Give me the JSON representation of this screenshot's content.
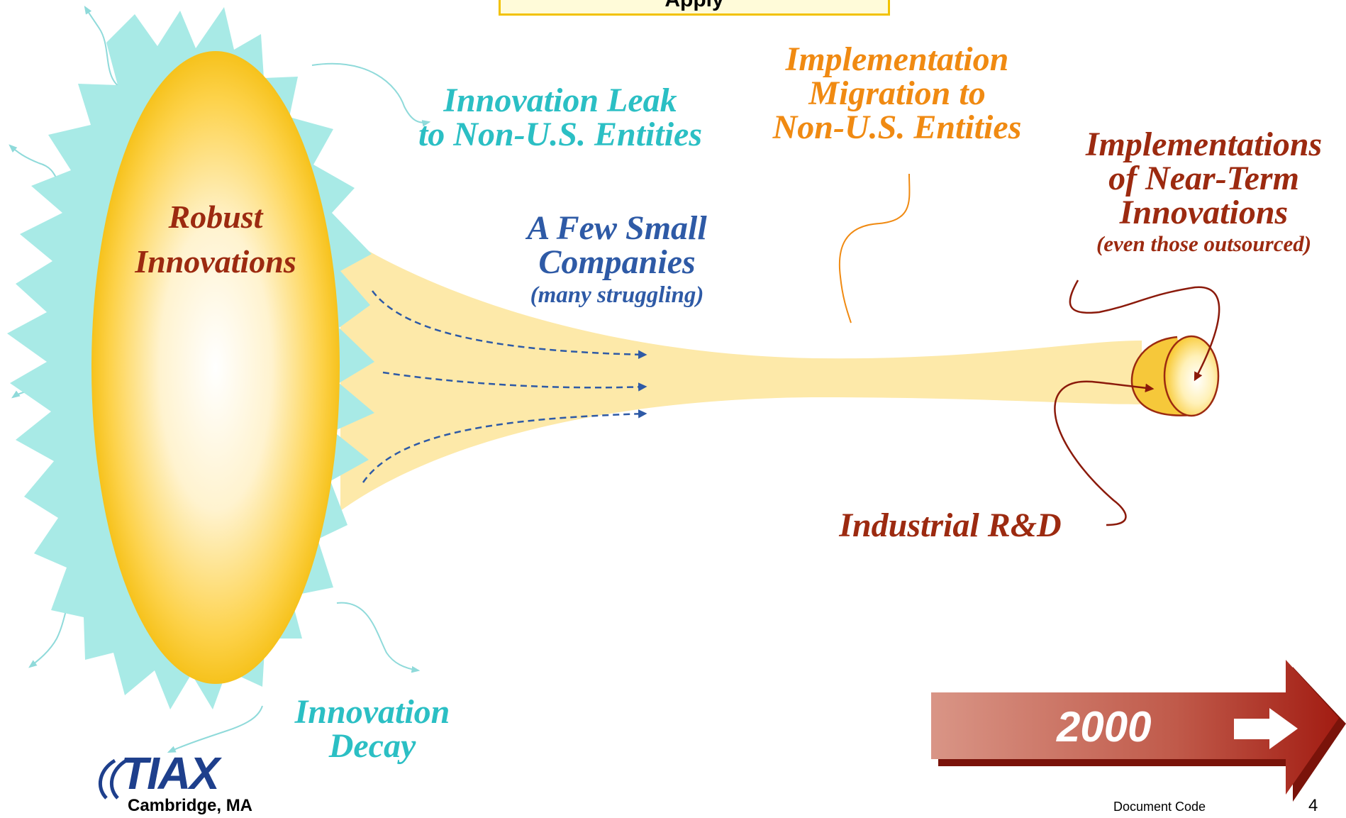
{
  "header": {
    "title": "Apply"
  },
  "core": {
    "line1": "Robust",
    "line2": "Innovations"
  },
  "labels": {
    "leak": [
      "Innovation Leak",
      "to Non-U.S. Entities"
    ],
    "migration": [
      "Implementation",
      "Migration to",
      "Non-U.S. Entities"
    ],
    "near_term": [
      "Implementations",
      "of Near-Term",
      "Innovations"
    ],
    "near_term_note": "(even those outsourced)",
    "small_co": [
      "A Few Small",
      "Companies"
    ],
    "small_co_note": "(many struggling)",
    "industrial": "Industrial R&D",
    "decay": [
      "Innovation",
      "Decay"
    ]
  },
  "year_arrow": {
    "label": "2000"
  },
  "footer": {
    "logo_text": "TIAX",
    "location": "Cambridge, MA",
    "doc_code": "Document Code",
    "page_number": "4"
  },
  "colors": {
    "teal": "#2bbfc4",
    "orange": "#f08a12",
    "dark_red": "#9c2a10",
    "blue": "#2e5aa6",
    "spike": "#a8eae6",
    "funnel": "#fde9a9",
    "arrow_red": "#a82418"
  }
}
